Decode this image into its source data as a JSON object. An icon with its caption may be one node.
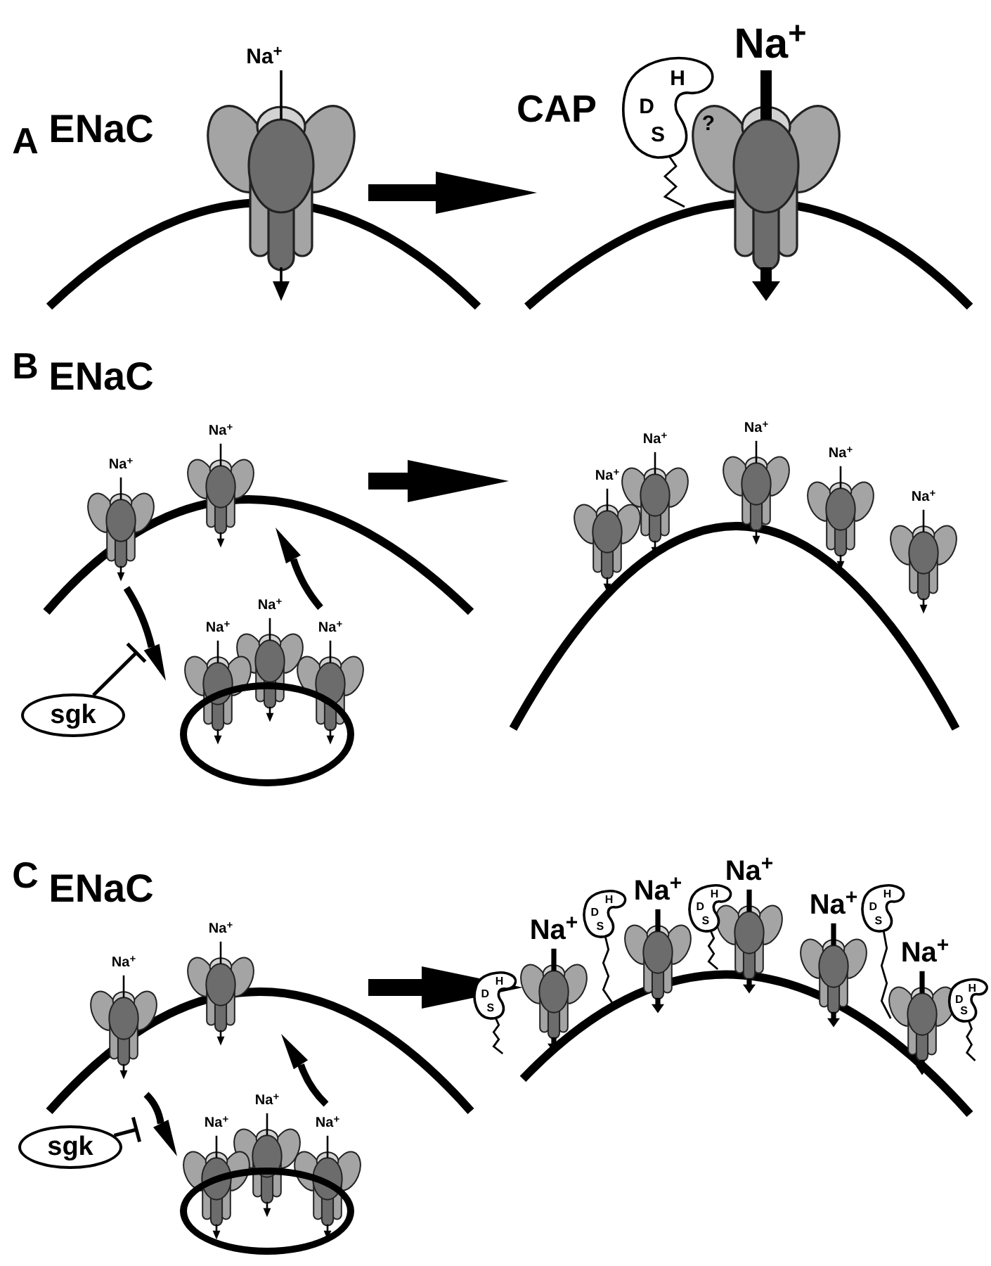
{
  "diagram": {
    "nodes": [
      {
        "text": [
          "H",
          "D",
          "S",
          "?"
        ],
        "beside": [
          "CAP"
        ]
      },
      {
        "text": [
          "sgk"
        ]
      },
      {
        "text": [
          "H",
          "D",
          "S"
        ]
      },
      {
        "text": [
          "H",
          "D",
          "S"
        ]
      },
      {
        "text": [
          "H",
          "D",
          "S"
        ]
      },
      {
        "text": [
          "H",
          "D",
          "S"
        ]
      },
      {
        "text": [
          "H",
          "D",
          "S"
        ]
      },
      {
        "text": [
          "sgk"
        ]
      },
      {
        "text": [],
        "shape": "circle"
      },
      {
        "text": [],
        "shape": "circle"
      }
    ],
    "edges": [
      {
        "from": 1,
        "to": null,
        "arrow": "other"
      },
      {
        "from": 7,
        "to": null,
        "arrow": "other"
      }
    ],
    "labels": [
      "A",
      "Na$^{+}$",
      "Na$^{+}$",
      "ENaC",
      "B",
      "ENaC",
      "Na$^{+}$",
      "Na$^{+}$",
      "Na$^{+}$",
      "Na$^{+}$",
      "Na$^{+}$",
      "Na$^{+}$",
      "Na$^{+}$",
      "Na$^{+}$",
      "Na$^{+}$",
      "Na$^{+}$",
      "C",
      "ENaC",
      "Na$^{+}$",
      "Na$^{+}$",
      "Na$^{+}$",
      "Na$^{+}$",
      "Na$^{+}$",
      "Na$^{+}$",
      "Na$^{+}$",
      "Na$^{+}$",
      "Na$^{+}$",
      "Na$^{+}$"
    ]
  }
}
